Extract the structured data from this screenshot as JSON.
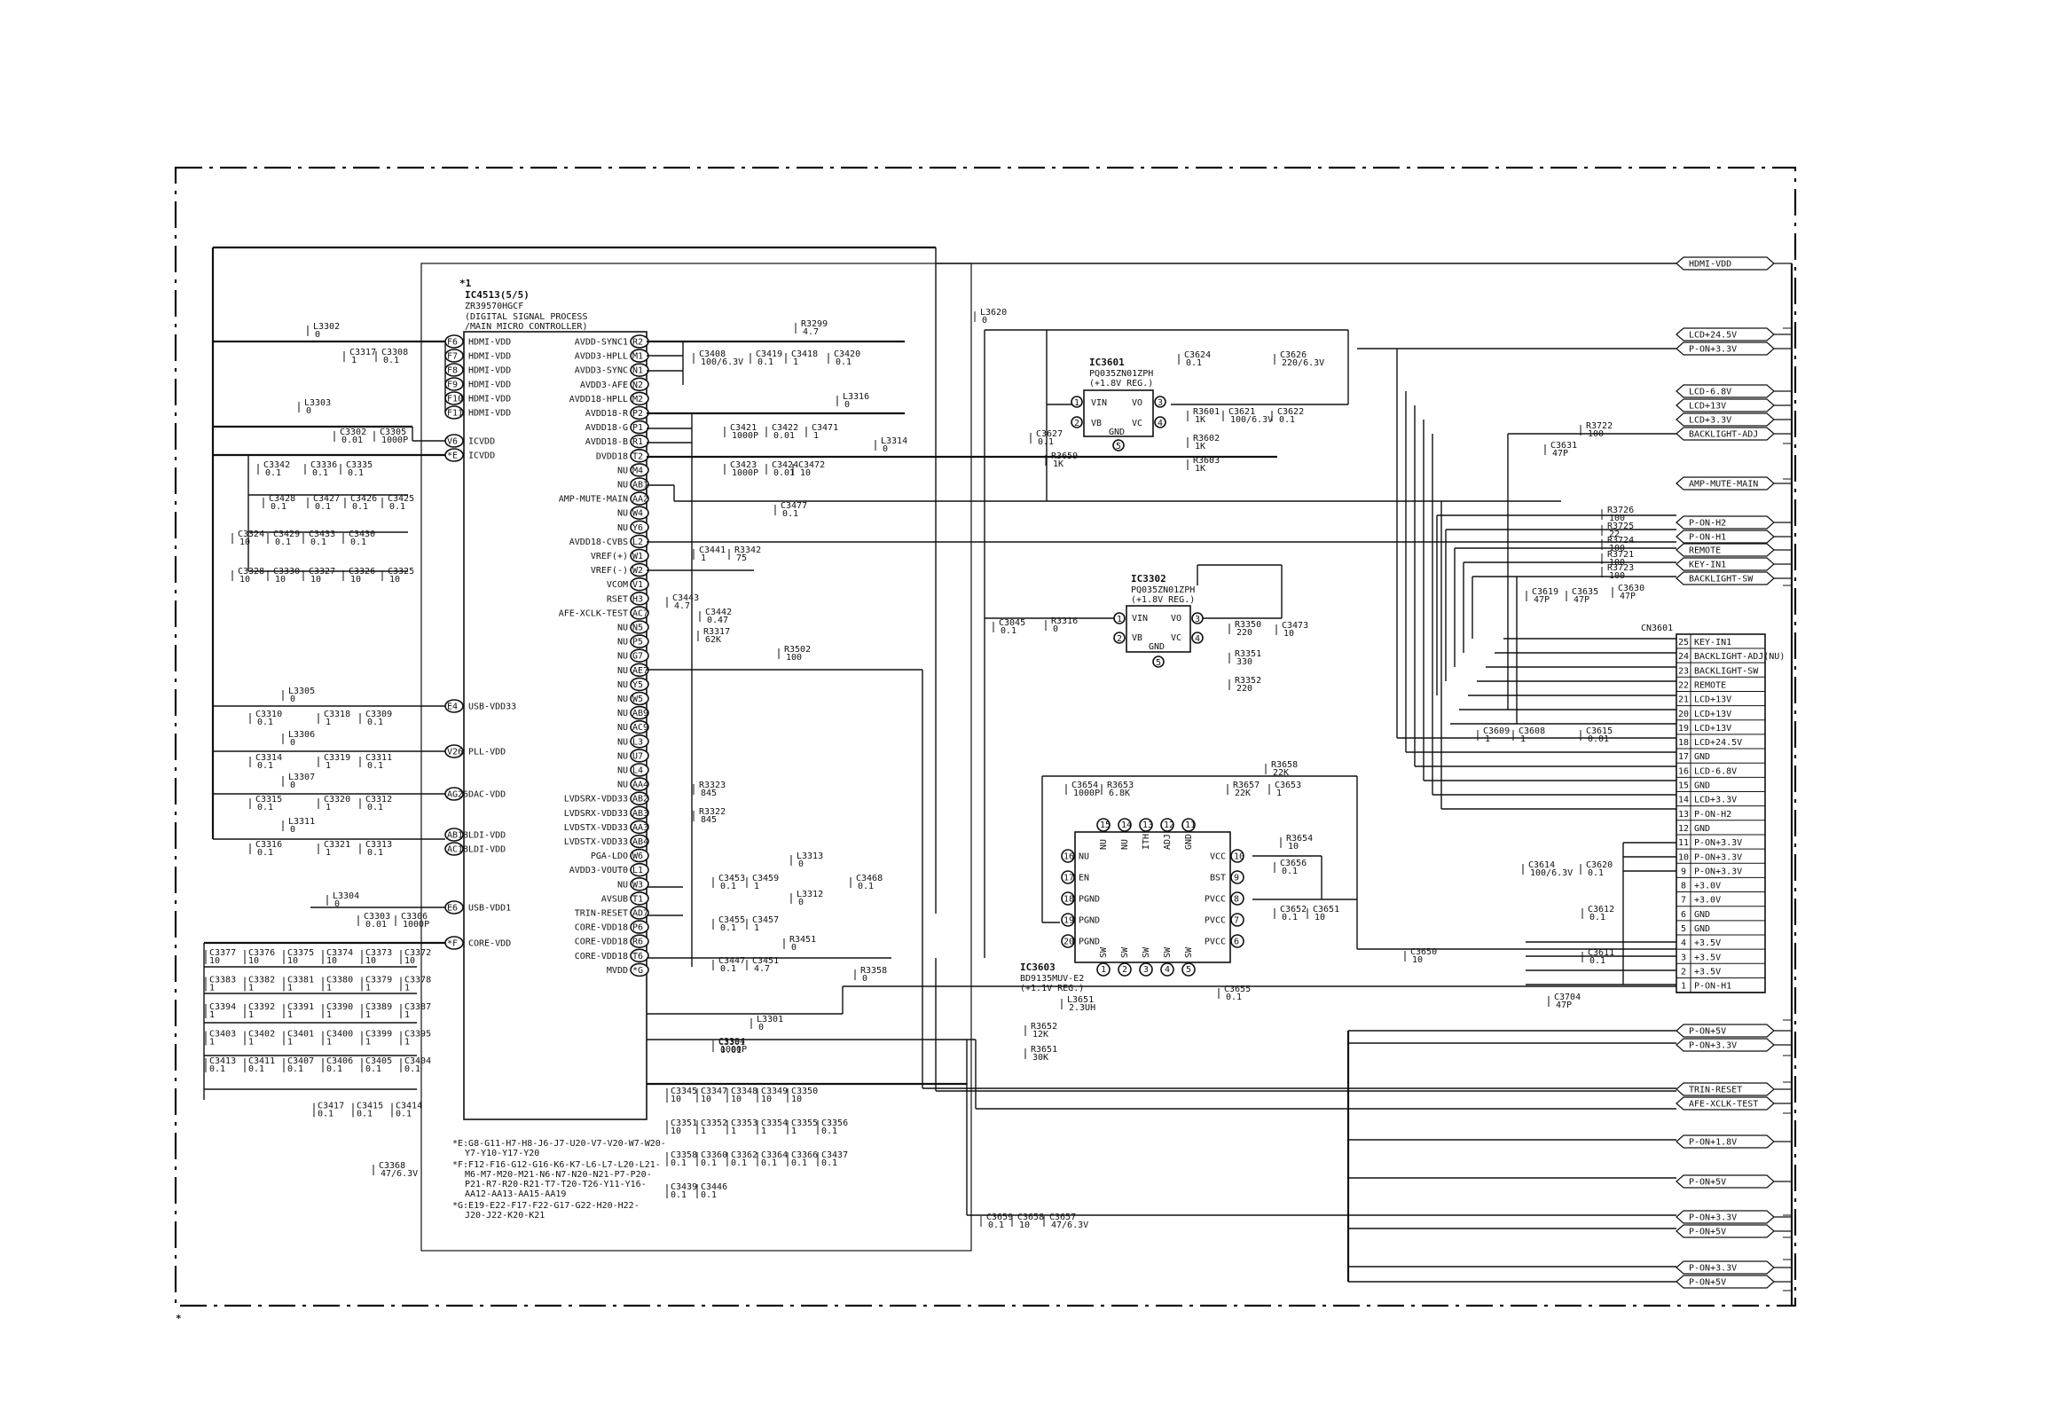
{
  "ic_main": {
    "ref": "IC4513(5/5)",
    "part": "ZR39570HGCF",
    "function_1": "(DIGITAL SIGNAL PROCESS",
    "function_2": "/MAIN MICRO CONTROLLER)",
    "note_mark": "*1",
    "left_pins": [
      {
        "ball": "F6",
        "name": "HDMI-VDD"
      },
      {
        "ball": "F7",
        "name": "HDMI-VDD"
      },
      {
        "ball": "F8",
        "name": "HDMI-VDD"
      },
      {
        "ball": "F9",
        "name": "HDMI-VDD"
      },
      {
        "ball": "F10",
        "name": "HDMI-VDD"
      },
      {
        "ball": "F11",
        "name": "HDMI-VDD"
      },
      {
        "ball": "V6",
        "name": "ICVDD"
      },
      {
        "ball": "*E",
        "name": "ICVDD"
      },
      {
        "ball": "E4",
        "name": "USB-VDD33"
      },
      {
        "ball": "V26",
        "name": "PLL-VDD"
      },
      {
        "ball": "AG26",
        "name": "DAC-VDD"
      },
      {
        "ball": "AB18",
        "name": "LDI-VDD"
      },
      {
        "ball": "AC18",
        "name": "LDI-VDD"
      },
      {
        "ball": "E6",
        "name": "USB-VDD1"
      },
      {
        "ball": "*F",
        "name": "CORE-VDD"
      }
    ],
    "right_pins": [
      {
        "ball": "R2",
        "name": "AVDD-SYNC1"
      },
      {
        "ball": "M1",
        "name": "AVDD3-HPLL"
      },
      {
        "ball": "N1",
        "name": "AVDD3-SYNC"
      },
      {
        "ball": "N2",
        "name": "AVDD3-AFE"
      },
      {
        "ball": "M2",
        "name": "AVDD18-HPLL"
      },
      {
        "ball": "P2",
        "name": "AVDD18-R"
      },
      {
        "ball": "P1",
        "name": "AVDD18-G"
      },
      {
        "ball": "R1",
        "name": "AVDD18-B"
      },
      {
        "ball": "T2",
        "name": "DVDD18"
      },
      {
        "ball": "M4",
        "name": "NU"
      },
      {
        "ball": "AB1",
        "name": "NU"
      },
      {
        "ball": "AA2",
        "name": "AMP-MUTE-MAIN"
      },
      {
        "ball": "W4",
        "name": "NU"
      },
      {
        "ball": "Y6",
        "name": "NU"
      },
      {
        "ball": "L2",
        "name": "AVDD18-CVBS"
      },
      {
        "ball": "W1",
        "name": "VREF(+)"
      },
      {
        "ball": "W2",
        "name": "VREF(-)"
      },
      {
        "ball": "V1",
        "name": "VCOM"
      },
      {
        "ball": "H3",
        "name": "RSET"
      },
      {
        "ball": "AC7",
        "name": "AFE-XCLK-TEST"
      },
      {
        "ball": "N5",
        "name": "NU"
      },
      {
        "ball": "P5",
        "name": "NU"
      },
      {
        "ball": "G7",
        "name": "NU"
      },
      {
        "ball": "AE7",
        "name": "NU"
      },
      {
        "ball": "Y5",
        "name": "NU"
      },
      {
        "ball": "W5",
        "name": "NU"
      },
      {
        "ball": "AB9",
        "name": "NU"
      },
      {
        "ball": "AC9",
        "name": "NU"
      },
      {
        "ball": "L3",
        "name": "NU"
      },
      {
        "ball": "U7",
        "name": "NU"
      },
      {
        "ball": "L4",
        "name": "NU"
      },
      {
        "ball": "AA4",
        "name": "NU"
      },
      {
        "ball": "AB2",
        "name": "LVDSRX-VDD33"
      },
      {
        "ball": "AB3",
        "name": "LVDSRX-VDD33"
      },
      {
        "ball": "AA3",
        "name": "LVDSTX-VDD33"
      },
      {
        "ball": "AB4",
        "name": "LVDSTX-VDD33"
      },
      {
        "ball": "W6",
        "name": "PGA-LDO"
      },
      {
        "ball": "L1",
        "name": "AVDD3-VOUT0"
      },
      {
        "ball": "W3",
        "name": "NU"
      },
      {
        "ball": "T1",
        "name": "AVSUB"
      },
      {
        "ball": "AD7",
        "name": "TRIN-RESET"
      },
      {
        "ball": "P6",
        "name": "CORE-VDD18"
      },
      {
        "ball": "R6",
        "name": "CORE-VDD18"
      },
      {
        "ball": "T6",
        "name": "CORE-VDD18"
      },
      {
        "ball": "*G",
        "name": "MVDD"
      }
    ],
    "notes": [
      "*E:G8-G11-H7-H8-J6-J7-U20-V7-V20-W7-W20-",
      "Y7-Y10-Y17-Y20",
      "*F:F12-F16-G12-G16-K6-K7-L6-L7-L20-L21-",
      "M6-M7-M20-M21-N6-N7-N20-N21-P7-P20-",
      "P21-R7-R20-R21-T7-T20-T26-Y11-Y16-",
      "AA12-AA13-AA15-AA19",
      "*G:E19-E22-F17-F22-G17-G22-H20-H22-",
      "J20-J22-K20-K21"
    ]
  },
  "ic3601": {
    "ref": "IC3601",
    "part": "PQ035ZN01ZPH",
    "reg": "(+1.8V REG.)",
    "pins": [
      {
        "n": "1",
        "name": "VIN"
      },
      {
        "n": "2",
        "name": "VB"
      },
      {
        "n": "3",
        "name": "VO"
      },
      {
        "n": "4",
        "name": "VC"
      },
      {
        "n": "5",
        "name": "GND"
      }
    ]
  },
  "ic3302": {
    "ref": "IC3302",
    "part": "PQ035ZN01ZPH",
    "reg": "(+1.8V REG.)",
    "pins": [
      {
        "n": "1",
        "name": "VIN"
      },
      {
        "n": "2",
        "name": "VB"
      },
      {
        "n": "3",
        "name": "VO"
      },
      {
        "n": "4",
        "name": "VC"
      },
      {
        "n": "5",
        "name": "GND"
      }
    ]
  },
  "ic3603": {
    "ref": "IC3603",
    "part": "BD9135MUV-E2",
    "reg": "(+1.1V REG.)",
    "pins_left": [
      {
        "n": "16",
        "name": "NU"
      },
      {
        "n": "17",
        "name": "EN"
      },
      {
        "n": "18",
        "name": "PGND"
      },
      {
        "n": "19",
        "name": "PGND"
      },
      {
        "n": "20",
        "name": "PGND"
      }
    ],
    "pins_right": [
      {
        "n": "10",
        "name": "VCC"
      },
      {
        "n": "9",
        "name": "BST"
      },
      {
        "n": "8",
        "name": "PVCC"
      },
      {
        "n": "7",
        "name": "PVCC"
      },
      {
        "n": "6",
        "name": "PVCC"
      }
    ],
    "pins_top": [
      {
        "n": "15",
        "name": "NU"
      },
      {
        "n": "14",
        "name": "NU"
      },
      {
        "n": "13",
        "name": "ITH"
      },
      {
        "n": "12",
        "name": "ADJ"
      },
      {
        "n": "11",
        "name": "GND"
      }
    ],
    "pins_bottom": [
      {
        "n": "1",
        "name": "SW"
      },
      {
        "n": "2",
        "name": "SW"
      },
      {
        "n": "3",
        "name": "SW"
      },
      {
        "n": "4",
        "name": "SW"
      },
      {
        "n": "5",
        "name": "SW"
      }
    ]
  },
  "connector": {
    "ref": "CN3601",
    "pins": [
      {
        "n": "25",
        "name": "KEY-IN1"
      },
      {
        "n": "24",
        "name": "BACKLIGHT-ADJ(NU)"
      },
      {
        "n": "23",
        "name": "BACKLIGHT-SW"
      },
      {
        "n": "22",
        "name": "REMOTE"
      },
      {
        "n": "21",
        "name": "LCD+13V"
      },
      {
        "n": "20",
        "name": "LCD+13V"
      },
      {
        "n": "19",
        "name": "LCD+13V"
      },
      {
        "n": "18",
        "name": "LCD+24.5V"
      },
      {
        "n": "17",
        "name": "GND"
      },
      {
        "n": "16",
        "name": "LCD-6.8V"
      },
      {
        "n": "15",
        "name": "GND"
      },
      {
        "n": "14",
        "name": "LCD+3.3V"
      },
      {
        "n": "13",
        "name": "P-ON-H2"
      },
      {
        "n": "12",
        "name": "GND"
      },
      {
        "n": "11",
        "name": "P-ON+3.3V"
      },
      {
        "n": "10",
        "name": "P-ON+3.3V"
      },
      {
        "n": "9",
        "name": "P-ON+3.3V"
      },
      {
        "n": "8",
        "name": "+3.0V"
      },
      {
        "n": "7",
        "name": "+3.0V"
      },
      {
        "n": "6",
        "name": "GND"
      },
      {
        "n": "5",
        "name": "GND"
      },
      {
        "n": "4",
        "name": "+3.5V"
      },
      {
        "n": "3",
        "name": "+3.5V"
      },
      {
        "n": "2",
        "name": "+3.5V"
      },
      {
        "n": "1",
        "name": "P-ON-H1"
      }
    ]
  },
  "off_page": [
    "HDMI-VDD",
    "LCD+24.5V",
    "P-ON+3.3V",
    "LCD-6.8V",
    "LCD+13V",
    "LCD+3.3V",
    "BACKLIGHT-ADJ",
    "AMP-MUTE-MAIN",
    "P-ON-H2",
    "P-ON-H1",
    "REMOTE",
    "KEY-IN1",
    "BACKLIGHT-SW",
    "P-ON+5V",
    "P-ON+3.3V",
    "TRIN-RESET",
    "AFE-XCLK-TEST",
    "P-ON+1.8V",
    "P-ON+5V",
    "P-ON+3.3V",
    "P-ON+5V",
    "P-ON+3.3V",
    "P-ON+5V"
  ],
  "labels": [
    {
      "k": "L3302",
      "v": "0"
    },
    {
      "k": "C3317",
      "v": "1"
    },
    {
      "k": "C3308",
      "v": "0.1"
    },
    {
      "k": "L3303",
      "v": "0"
    },
    {
      "k": "C3302",
      "v": "0.01"
    },
    {
      "k": "C3305",
      "v": "1000P"
    },
    {
      "k": "C3342",
      "v": "0.1"
    },
    {
      "k": "C3336",
      "v": "0.1"
    },
    {
      "k": "C3335",
      "v": "0.1"
    },
    {
      "k": "C3428",
      "v": "0.1"
    },
    {
      "k": "C3427",
      "v": "0.1"
    },
    {
      "k": "C3426",
      "v": "0.1"
    },
    {
      "k": "C3425",
      "v": "0.1"
    },
    {
      "k": "C3324",
      "v": "10"
    },
    {
      "k": "C3429",
      "v": "0.1"
    },
    {
      "k": "C3433",
      "v": "0.1"
    },
    {
      "k": "C3430",
      "v": "0.1"
    },
    {
      "k": "C3328",
      "v": "10"
    },
    {
      "k": "C3330",
      "v": "10"
    },
    {
      "k": "C3327",
      "v": "10"
    },
    {
      "k": "C3326",
      "v": "10"
    },
    {
      "k": "C3325",
      "v": "10"
    },
    {
      "k": "L3305",
      "v": "0"
    },
    {
      "k": "C3310",
      "v": "0.1"
    },
    {
      "k": "C3318",
      "v": "1"
    },
    {
      "k": "C3309",
      "v": "0.1"
    },
    {
      "k": "L3306",
      "v": "0"
    },
    {
      "k": "C3314",
      "v": "0.1"
    },
    {
      "k": "C3319",
      "v": "1"
    },
    {
      "k": "C3311",
      "v": "0.1"
    },
    {
      "k": "L3307",
      "v": "0"
    },
    {
      "k": "C3315",
      "v": "0.1"
    },
    {
      "k": "C3320",
      "v": "1"
    },
    {
      "k": "C3312",
      "v": "0.1"
    },
    {
      "k": "L3311",
      "v": "0"
    },
    {
      "k": "C3316",
      "v": "0.1"
    },
    {
      "k": "C3321",
      "v": "1"
    },
    {
      "k": "C3313",
      "v": "0.1"
    },
    {
      "k": "L3304",
      "v": "0"
    },
    {
      "k": "C3303",
      "v": "0.01"
    },
    {
      "k": "C3306",
      "v": "1000P"
    },
    {
      "k": "C3408",
      "v": "100/6.3V"
    },
    {
      "k": "C3419",
      "v": "0.1"
    },
    {
      "k": "C3418",
      "v": "1"
    },
    {
      "k": "C3420",
      "v": "0.1"
    },
    {
      "k": "R3299",
      "v": "4.7"
    },
    {
      "k": "L3316",
      "v": "0"
    },
    {
      "k": "L3314",
      "v": "0"
    },
    {
      "k": "C3421",
      "v": "1000P"
    },
    {
      "k": "C3422",
      "v": "0.01"
    },
    {
      "k": "C3471",
      "v": "1"
    },
    {
      "k": "C3423",
      "v": "1000P"
    },
    {
      "k": "C3424",
      "v": "0.01"
    },
    {
      "k": "C3472",
      "v": "10"
    },
    {
      "k": "C3477",
      "v": "0.1"
    },
    {
      "k": "C3441",
      "v": "1"
    },
    {
      "k": "R3342",
      "v": "75"
    },
    {
      "k": "C3443",
      "v": "4.7"
    },
    {
      "k": "C3442",
      "v": "0.47"
    },
    {
      "k": "R3317",
      "v": "62K"
    },
    {
      "k": "R3502",
      "v": "100"
    },
    {
      "k": "R3323",
      "v": "845"
    },
    {
      "k": "R3322",
      "v": "845"
    },
    {
      "k": "L3313",
      "v": "0"
    },
    {
      "k": "C3453",
      "v": "0.1"
    },
    {
      "k": "C3459",
      "v": "1"
    },
    {
      "k": "C3468",
      "v": "0.1"
    },
    {
      "k": "L3312",
      "v": "0"
    },
    {
      "k": "C3455",
      "v": "0.1"
    },
    {
      "k": "C3457",
      "v": "1"
    },
    {
      "k": "R3451",
      "v": "0"
    },
    {
      "k": "C3447",
      "v": "0.1"
    },
    {
      "k": "C3451",
      "v": "4.7"
    },
    {
      "k": "R3358",
      "v": "0"
    },
    {
      "k": "L3301",
      "v": "0"
    },
    {
      "k": "C3304",
      "v": "1000P"
    },
    {
      "k": "C3301",
      "v": "0.01"
    },
    {
      "k": "L3620",
      "v": "0"
    },
    {
      "k": "C3624",
      "v": "0.1"
    },
    {
      "k": "C3626",
      "v": "220/6.3V"
    },
    {
      "k": "R3601",
      "v": "1K"
    },
    {
      "k": "C3621",
      "v": "100/6.3V"
    },
    {
      "k": "C3622",
      "v": "0.1"
    },
    {
      "k": "R3602",
      "v": "1K"
    },
    {
      "k": "R3603",
      "v": "1K"
    },
    {
      "k": "C3627",
      "v": "0.1"
    },
    {
      "k": "R3659",
      "v": "1K"
    },
    {
      "k": "C3045",
      "v": "0.1"
    },
    {
      "k": "R3316",
      "v": "0"
    },
    {
      "k": "R3350",
      "v": "220"
    },
    {
      "k": "R3351",
      "v": "330"
    },
    {
      "k": "R3352",
      "v": "220"
    },
    {
      "k": "C3473",
      "v": "10"
    },
    {
      "k": "C3654",
      "v": "1000P"
    },
    {
      "k": "R3653",
      "v": "6.8K"
    },
    {
      "k": "R3657",
      "v": "22K"
    },
    {
      "k": "C3653",
      "v": "1"
    },
    {
      "k": "R3658",
      "v": "22K"
    },
    {
      "k": "R3654",
      "v": "10"
    },
    {
      "k": "C3656",
      "v": "0.1"
    },
    {
      "k": "C3652",
      "v": "0.1"
    },
    {
      "k": "C3651",
      "v": "10"
    },
    {
      "k": "C3655",
      "v": "0.1"
    },
    {
      "k": "L3651",
      "v": "2.3UH"
    },
    {
      "k": "R3652",
      "v": "12K"
    },
    {
      "k": "R3651",
      "v": "30K"
    },
    {
      "k": "C3650",
      "v": "10"
    },
    {
      "k": "C3659",
      "v": "0.1"
    },
    {
      "k": "C3658",
      "v": "10"
    },
    {
      "k": "C3657",
      "v": "47/6.3V"
    },
    {
      "k": "R3722",
      "v": "100"
    },
    {
      "k": "C3631",
      "v": "47P"
    },
    {
      "k": "R3726",
      "v": "100"
    },
    {
      "k": "R3725",
      "v": "22"
    },
    {
      "k": "R3724",
      "v": "100"
    },
    {
      "k": "R3721",
      "v": "100"
    },
    {
      "k": "R3723",
      "v": "100"
    },
    {
      "k": "C3619",
      "v": "47P"
    },
    {
      "k": "C3635",
      "v": "47P"
    },
    {
      "k": "C3630",
      "v": "47P"
    },
    {
      "k": "C3609",
      "v": "1"
    },
    {
      "k": "C3608",
      "v": "1"
    },
    {
      "k": "C3615",
      "v": "0.01"
    },
    {
      "k": "C3614",
      "v": "100/6.3V"
    },
    {
      "k": "C3620",
      "v": "0.1"
    },
    {
      "k": "C3612",
      "v": "0.1"
    },
    {
      "k": "C3611",
      "v": "0.1"
    },
    {
      "k": "C3704",
      "v": "47P"
    },
    {
      "k": "C3368",
      "v": "47/6.3V"
    }
  ],
  "core_caps": [
    [
      {
        "k": "C3377",
        "v": "10"
      },
      {
        "k": "C3376",
        "v": "10"
      },
      {
        "k": "C3375",
        "v": "10"
      },
      {
        "k": "C3374",
        "v": "10"
      },
      {
        "k": "C3373",
        "v": "10"
      },
      {
        "k": "C3372",
        "v": "10"
      }
    ],
    [
      {
        "k": "C3383",
        "v": "1"
      },
      {
        "k": "C3382",
        "v": "1"
      },
      {
        "k": "C3381",
        "v": "1"
      },
      {
        "k": "C3380",
        "v": "1"
      },
      {
        "k": "C3379",
        "v": "1"
      },
      {
        "k": "C3378",
        "v": "1"
      }
    ],
    [
      {
        "k": "C3394",
        "v": "1"
      },
      {
        "k": "C3392",
        "v": "1"
      },
      {
        "k": "C3391",
        "v": "1"
      },
      {
        "k": "C3390",
        "v": "1"
      },
      {
        "k": "C3389",
        "v": "1"
      },
      {
        "k": "C3387",
        "v": "1"
      }
    ],
    [
      {
        "k": "C3403",
        "v": "1"
      },
      {
        "k": "C3402",
        "v": "1"
      },
      {
        "k": "C3401",
        "v": "1"
      },
      {
        "k": "C3400",
        "v": "1"
      },
      {
        "k": "C3399",
        "v": "1"
      },
      {
        "k": "C3395",
        "v": "1"
      }
    ],
    [
      {
        "k": "C3413",
        "v": "0.1"
      },
      {
        "k": "C3411",
        "v": "0.1"
      },
      {
        "k": "C3407",
        "v": "0.1"
      },
      {
        "k": "C3406",
        "v": "0.1"
      },
      {
        "k": "C3405",
        "v": "0.1"
      },
      {
        "k": "C3404",
        "v": "0.1"
      }
    ],
    [
      {
        "k": "C3417",
        "v": "0.1"
      },
      {
        "k": "C3415",
        "v": "0.1"
      },
      {
        "k": "C3414",
        "v": "0.1"
      }
    ]
  ],
  "mvdd_caps": [
    [
      {
        "k": "C3345",
        "v": "10"
      },
      {
        "k": "C3347",
        "v": "10"
      },
      {
        "k": "C3348",
        "v": "10"
      },
      {
        "k": "C3349",
        "v": "10"
      },
      {
        "k": "C3350",
        "v": "10"
      }
    ],
    [
      {
        "k": "C3351",
        "v": "10"
      },
      {
        "k": "C3352",
        "v": "1"
      },
      {
        "k": "C3353",
        "v": "1"
      },
      {
        "k": "C3354",
        "v": "1"
      },
      {
        "k": "C3355",
        "v": "1"
      },
      {
        "k": "C3356",
        "v": "0.1"
      }
    ],
    [
      {
        "k": "C3358",
        "v": "0.1"
      },
      {
        "k": "C3360",
        "v": "0.1"
      },
      {
        "k": "C3362",
        "v": "0.1"
      },
      {
        "k": "C3364",
        "v": "0.1"
      },
      {
        "k": "C3366",
        "v": "0.1"
      },
      {
        "k": "C3437",
        "v": "0.1"
      }
    ],
    [
      {
        "k": "C3439",
        "v": "0.1"
      },
      {
        "k": "C3446",
        "v": "0.1"
      }
    ]
  ],
  "footer_mark": "*"
}
